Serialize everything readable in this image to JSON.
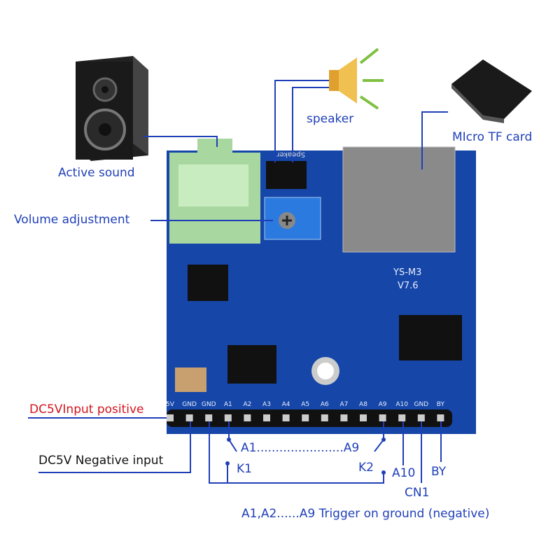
{
  "labels": {
    "active_sound": "Active sound",
    "speaker": "speaker",
    "tf_card": "MIcro TF card",
    "volume": "Volume adjustment",
    "dc_positive": "DC5VInput positive",
    "dc_negative": "DC5V Negative input",
    "a1_a9": "A1.......................A9",
    "k1": "K1",
    "k2": "K2",
    "a10": "A10",
    "by": "BY",
    "cn1": "CN1",
    "trigger": "A1,A2......A9 Trigger on ground (negative)"
  },
  "board": {
    "model": "YS-M3",
    "version": "V7.6",
    "speaker_silk": "Speaker",
    "pins": [
      "5V",
      "GND",
      "GND",
      "A1",
      "A2",
      "A3",
      "A4",
      "A5",
      "A6",
      "A7",
      "A8",
      "A9",
      "A10",
      "GND",
      "BY"
    ]
  },
  "colors": {
    "board": "#1546a8",
    "line": "#1f3fb8",
    "positive": "#d4141c",
    "jack": "#a8d8a0"
  }
}
